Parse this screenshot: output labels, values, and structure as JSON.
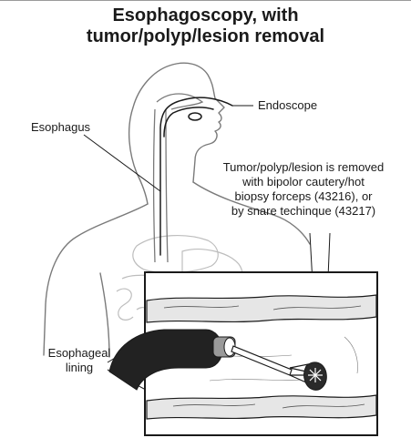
{
  "title": {
    "line1": "Esophagoscopy, with",
    "line2": "tumor/polyp/lesion removal"
  },
  "labels": {
    "endoscope": "Endoscope",
    "esophagus": "Esophagus",
    "removal_line1": "Tumor/polyp/lesion is removed",
    "removal_line2": "with bipolor cautery/hot",
    "removal_line3": "biopsy forceps (43216), or",
    "removal_line4": "by snare techinque (43217)",
    "esophageal_line1": "Esophageal",
    "esophageal_line2": "lining"
  },
  "colors": {
    "line": "#1a1a1a",
    "body_outline": "#7a7a7a",
    "organ_outline": "#bdbdbd",
    "tissue_fill": "#e6e6e6",
    "scope_fill": "#222222"
  }
}
